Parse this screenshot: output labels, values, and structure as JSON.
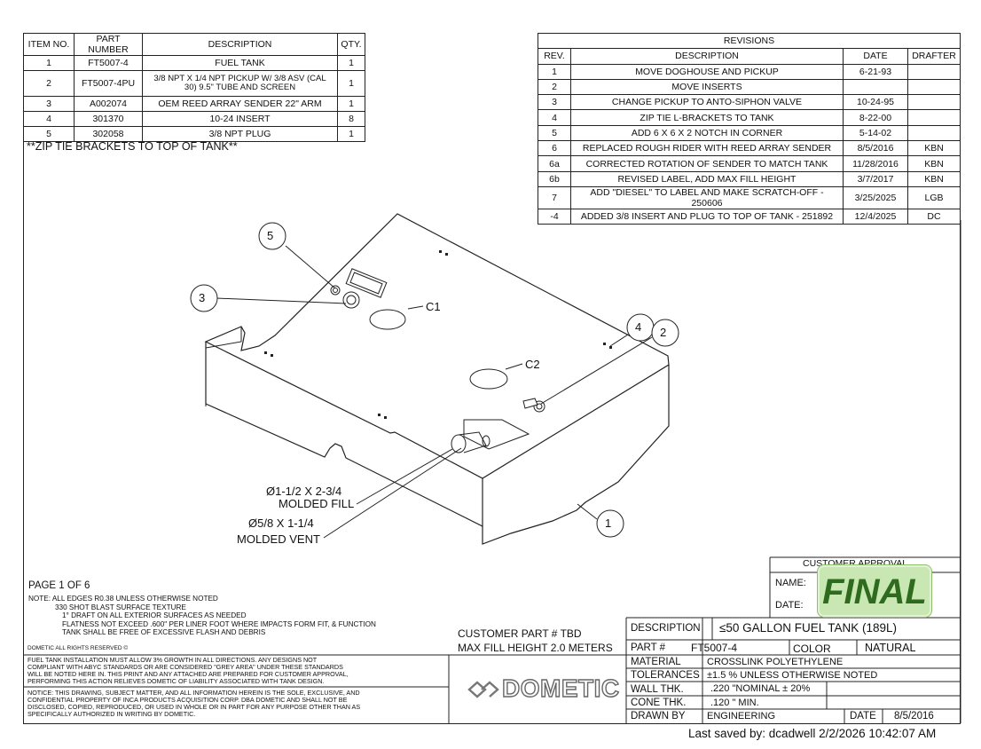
{
  "bom": {
    "headers": [
      "ITEM NO.",
      "PART NUMBER",
      "DESCRIPTION",
      "QTY."
    ],
    "rows": [
      {
        "item": "1",
        "part": "FT5007-4",
        "desc": "FUEL TANK",
        "qty": "1"
      },
      {
        "item": "2",
        "part": "FT5007-4PU",
        "desc": "3/8 NPT X 1/4 NPT PICKUP W/ 3/8 ASV (CAL 30) 9.5\" TUBE AND SCREEN",
        "qty": "1"
      },
      {
        "item": "3",
        "part": "A002074",
        "desc": "OEM REED ARRAY SENDER 22\" ARM",
        "qty": "1"
      },
      {
        "item": "4",
        "part": "301370",
        "desc": "10-24 INSERT",
        "qty": "8"
      },
      {
        "item": "5",
        "part": "302058",
        "desc": "3/8 NPT PLUG",
        "qty": "1"
      }
    ]
  },
  "zip_note": "**ZIP TIE BRACKETS TO TOP OF TANK**",
  "revisions": {
    "title": "REVISIONS",
    "headers": [
      "REV.",
      "DESCRIPTION",
      "DATE",
      "DRAFTER"
    ],
    "rows": [
      {
        "rev": "1",
        "desc": "MOVE DOGHOUSE AND PICKUP",
        "date": "6-21-93",
        "drafter": ""
      },
      {
        "rev": "2",
        "desc": "MOVE INSERTS",
        "date": "",
        "drafter": ""
      },
      {
        "rev": "3",
        "desc": "CHANGE PICKUP TO ANTO-SIPHON VALVE",
        "date": "10-24-95",
        "drafter": ""
      },
      {
        "rev": "4",
        "desc": "ZIP TIE L-BRACKETS TO TANK",
        "date": "8-22-00",
        "drafter": ""
      },
      {
        "rev": "5",
        "desc": "ADD 6 X 6 X 2 NOTCH IN CORNER",
        "date": "5-14-02",
        "drafter": ""
      },
      {
        "rev": "6",
        "desc": "REPLACED ROUGH RIDER WITH REED ARRAY SENDER",
        "date": "8/5/2016",
        "drafter": "KBN"
      },
      {
        "rev": "6a",
        "desc": "CORRECTED ROTATION OF SENDER TO MATCH TANK",
        "date": "11/28/2016",
        "drafter": "KBN"
      },
      {
        "rev": "6b",
        "desc": "REVISED LABEL, ADD MAX FILL HEIGHT",
        "date": "3/7/2017",
        "drafter": "KBN"
      },
      {
        "rev": "7",
        "desc": "ADD \"DIESEL\" TO LABEL AND MAKE SCRATCH-OFF - 250606",
        "date": "3/25/2025",
        "drafter": "LGB"
      },
      {
        "rev": "-4",
        "desc": "ADDED 3/8 INSERT AND PLUG TO TOP OF TANK - 251892",
        "date": "12/4/2025",
        "drafter": "DC"
      }
    ]
  },
  "callouts": {
    "c1": "C1",
    "c2": "C2",
    "balloons": [
      "5",
      "3",
      "4",
      "2",
      "1"
    ],
    "fill_1": "Ø1-1/2 X 2-3/4",
    "fill_2": "MOLDED FILL",
    "vent_1": "Ø5/8 X 1-1/4",
    "vent_2": "MOLDED VENT"
  },
  "page": "PAGE 1 OF 6",
  "notes": {
    "line1": "NOTE:  ALL EDGES R0.38 UNLESS OTHERWISE NOTED",
    "line2": "330 SHOT BLAST SURFACE TEXTURE",
    "line3": "1° DRAFT ON ALL EXTERIOR SURFACES AS NEEDED",
    "line4": "FLATNESS NOT EXCEED .600\" PER LINER FOOT WHERE IMPACTS FORM FIT, & FUNCTION",
    "line5": "TANK SHALL BE FREE OF EXCESSIVE FLASH AND DEBRIS",
    "rights": "DOMETIC ALL RIGHTS RESERVED ©"
  },
  "growth_note": {
    "l1": "FUEL TANK INSTALLATION MUST ALLOW 3% GROWTH IN ALL DIRECTIONS. ANY DESIGNS NOT",
    "l2": "COMPLIANT WITH ABYC STANDARDS OR ARE CONSIDERED \"GREY AREA\" UNDER THESE STANDARDS",
    "l3": "WILL BE NOTED HERE IN. THIS PRINT AND ANY ATTACHED ARE PREPARED FOR CUSTOMER APPROVAL,",
    "l4": "PERFORMING THIS ACTION RELIEVES DOMETIC OF LIABILITY ASSOCIATED WITH TANK DESIGN."
  },
  "confidential_note": {
    "l1": "NOTICE: THIS DRAWING, SUBJECT MATTER, AND ALL INFORMATION HEREIN IS THE SOLE, EXCLUSIVE, AND",
    "l2": "CONFIDENTIAL PROPERTY OF INCA PRODUCTS ACQUISITION CORP. DBA DOMETIC AND SHALL NOT BE",
    "l3": "DISCLOSED, COPIED, REPRODUCED, OR USED IN WHOLE OR IN PART FOR ANY PURPOSE OTHER THAN AS",
    "l4": "SPECIFICALLY AUTHORIZED IN WRITING BY DOMETIC."
  },
  "customer": {
    "part": "CUSTOMER PART # TBD",
    "fill": "MAX FILL HEIGHT   2.0 METERS"
  },
  "logo_text": "DOMETIC",
  "approval": {
    "title": "CUSTOMER APPROVAL",
    "name_label": "NAME:",
    "date_label": "DATE:",
    "stamp": "FINAL"
  },
  "title_block": {
    "description_label": "DESCRIPTION",
    "description": "≤50 GALLON FUEL TANK (189L)",
    "part_label": "PART #",
    "part": "FT5007-4",
    "color_label": "COLOR",
    "color": "NATURAL",
    "material_label": "MATERIAL",
    "material": "CROSSLINK POLYETHYLENE",
    "tolerances_label": "TOLERANCES",
    "tolerances": "±1.5 % UNLESS OTHERWISE NOTED",
    "wall_label": "WALL THK.",
    "wall": ".220  \"NOMINAL ± 20%",
    "cone_label": "CONE THK.",
    "cone": ".120  \" MIN.",
    "drawn_label": "DRAWN BY",
    "drawn": "ENGINEERING",
    "date_label": "DATE",
    "date": "8/5/2016"
  },
  "footer": "Last saved by: dcadwell 2/2/2026 10:42:07 AM"
}
